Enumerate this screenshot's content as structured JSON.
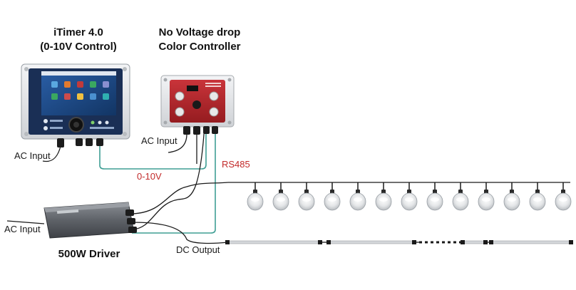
{
  "titles": {
    "itimer_line1": "iTimer 4.0",
    "itimer_line2": "(0-10V Control)",
    "controller_line1": "No Voltage drop",
    "controller_line2": "Color Controller",
    "driver": "500W Driver"
  },
  "labels": {
    "ac_input_itimer": "AC Input",
    "ac_input_controller": "AC Input",
    "ac_input_driver": "AC Input",
    "signal_0_10v": "0-10V",
    "rs485": "RS485",
    "dc_output": "DC Output"
  },
  "fixtures": {
    "bulb_count": 13,
    "bar_count": 4
  },
  "colors": {
    "signal_line": "#3f9e94",
    "cable": "#1a1a1a",
    "controller_body": "#b3262a",
    "itimer_screen": "#1f4c8a",
    "red_label": "#c22a2a"
  }
}
